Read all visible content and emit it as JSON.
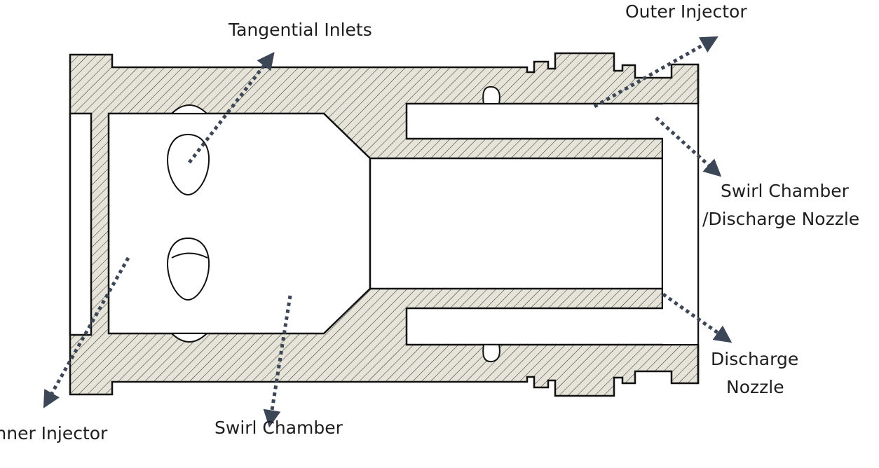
{
  "labels": {
    "outer_injector": "Outer Injector",
    "tangential_inlets": "Tangential Inlets",
    "swirl_chamber_discharge_line1": "Swirl Chamber",
    "swirl_chamber_discharge_line2": "/Discharge Nozzle",
    "discharge_nozzle_line1": "Discharge",
    "discharge_nozzle_line2": "Nozzle",
    "inner_injector": "Inner Injector",
    "swirl_chamber": "Swirl Chamber"
  },
  "colors": {
    "section_fill": "#e6e4d8",
    "hatch": "#2a2a2a",
    "outline": "#111111",
    "leader_arrow": "#3b4656"
  }
}
